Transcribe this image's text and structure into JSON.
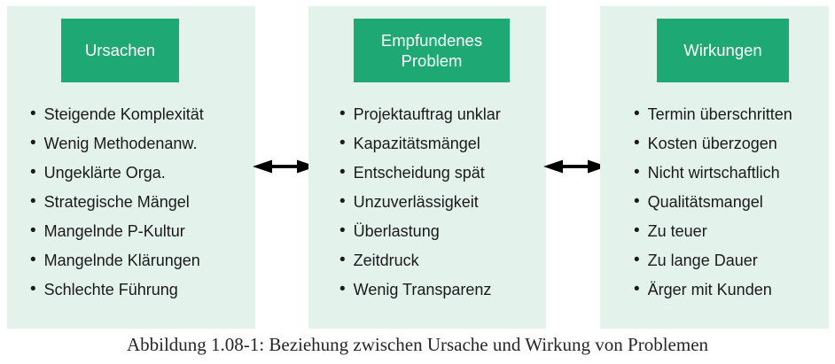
{
  "diagram": {
    "columns": [
      {
        "header": "Ursachen",
        "items": [
          "Steigende Komplexität",
          "Wenig Methodenanw.",
          "Ungeklärte Orga.",
          "Strategische Mängel",
          "Mangelnde P-Kultur",
          "Mangelnde Klärungen",
          "Schlechte Führung"
        ]
      },
      {
        "header": "Empfundenes Problem",
        "items": [
          "Projektauftrag unklar",
          "Kapazitätsmängel",
          "Entscheidung spät",
          "Unzuverlässigkeit",
          "Überlastung",
          "Zeitdruck",
          "Wenig Transparenz"
        ]
      },
      {
        "header": "Wirkungen",
        "items": [
          "Termin überschritten",
          "Kosten überzogen",
          "Nicht wirtschaftlich",
          "Qualitätsmangel",
          "Zu teuer",
          "Zu lange Dauer",
          "Ärger mit Kunden"
        ]
      }
    ],
    "icons": {
      "bullet": "•",
      "double_arrow": "left-right-arrow"
    },
    "colors": {
      "header_bg": "#1ea873",
      "header_text": "#ffffff",
      "panel_bg": "#e4f2ec",
      "arrow": "#000000",
      "text": "#1a1a1a"
    }
  },
  "caption": "Abbildung 1.08-1: Beziehung zwischen Ursache und Wirkung von Problemen"
}
